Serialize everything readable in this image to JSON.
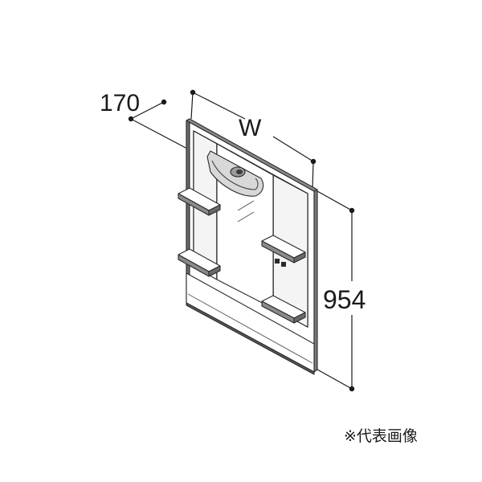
{
  "dimensions": {
    "depth_label": "170",
    "width_label": "W",
    "height_label": "954"
  },
  "note": "※代表画像",
  "colors": {
    "line": "#1a1a1a",
    "frame": "#3a3a3a",
    "mirror_bg": "#ffffff"
  }
}
